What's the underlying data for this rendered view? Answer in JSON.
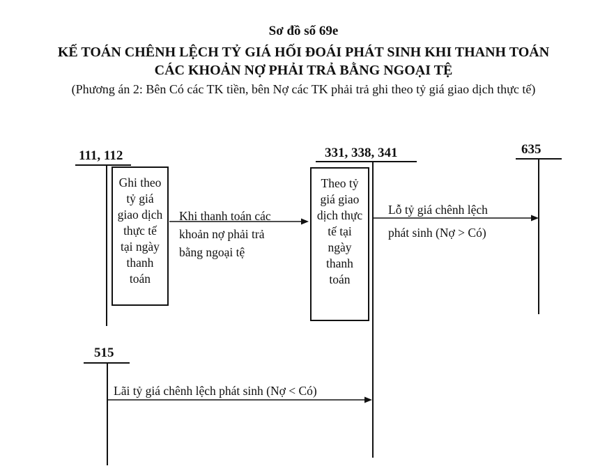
{
  "title": {
    "line1": "Sơ đồ số 69e",
    "line2": "KẾ TOÁN CHÊNH LỆCH TỶ GIÁ HỐI ĐOÁI PHÁT SINH KHI THANH TOÁN",
    "line3": "CÁC KHOẢN NỢ PHẢI TRẢ BẰNG NGOẠI TỆ",
    "line4": "(Phương án 2: Bên Có các TK tiền, bên Nợ các TK phải trả ghi theo tỷ giá giao dịch thực tế)"
  },
  "accounts": {
    "a111": "111, 112",
    "a331": "331, 338, 341",
    "a635": "635",
    "a515": "515"
  },
  "box_left": [
    "Ghi theo",
    "tỷ giá",
    "giao dịch",
    "thực tế",
    "tại ngày",
    "thanh",
    "toán"
  ],
  "box_mid": [
    "Theo tỷ",
    "giá giao",
    "dịch thực",
    "tế tại",
    "ngày",
    "thanh",
    "toán"
  ],
  "flows": {
    "f1": [
      "Khi thanh toán các",
      "khoản nợ phải trả",
      "bằng ngoại tệ"
    ],
    "f2": [
      "Lỗ tỷ giá chênh lệch",
      "phát sinh (Nợ > Có)"
    ],
    "f3": "Lãi tỷ giá chênh lệch phát sinh (Nợ < Có)"
  }
}
